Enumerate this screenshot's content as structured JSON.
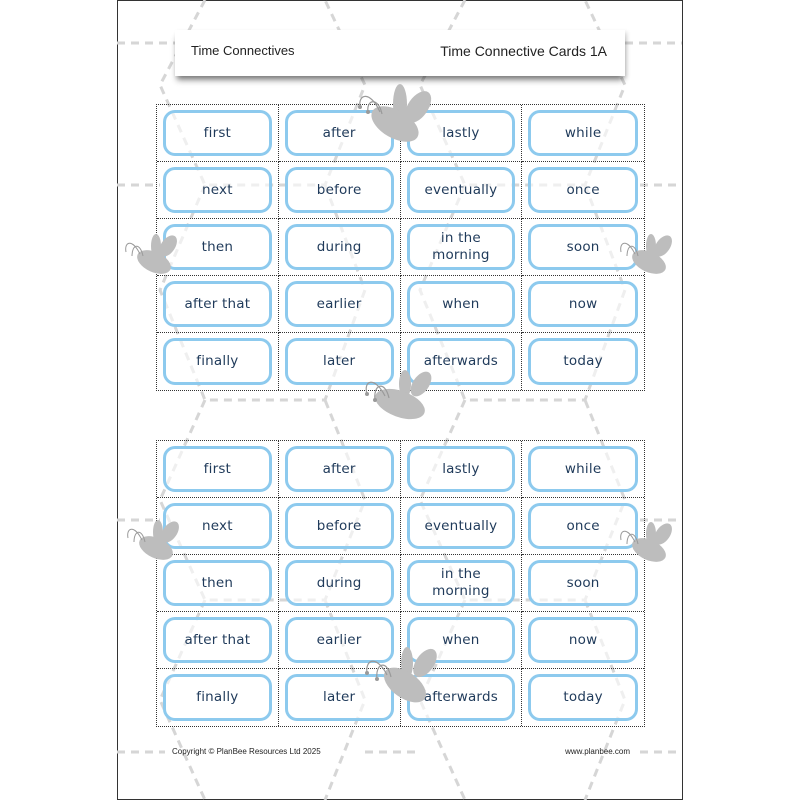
{
  "header": {
    "topic": "Time Connectives",
    "sheet_title": "Time Connective Cards 1A"
  },
  "card_sets": [
    {
      "rows": [
        [
          "first",
          "after",
          "lastly",
          "while"
        ],
        [
          "next",
          "before",
          "eventually",
          "once"
        ],
        [
          "then",
          "during",
          "in the morning",
          "soon"
        ],
        [
          "after that",
          "earlier",
          "when",
          "now"
        ],
        [
          "finally",
          "later",
          "afterwards",
          "today"
        ]
      ]
    },
    {
      "rows": [
        [
          "first",
          "after",
          "lastly",
          "while"
        ],
        [
          "next",
          "before",
          "eventually",
          "once"
        ],
        [
          "then",
          "during",
          "in the morning",
          "soon"
        ],
        [
          "after that",
          "earlier",
          "when",
          "now"
        ],
        [
          "finally",
          "later",
          "afterwards",
          "today"
        ]
      ]
    }
  ],
  "footer": {
    "copyright": "Copyright © PlanBee Resources Ltd 2025",
    "website": "www.planbee.com"
  },
  "colors": {
    "card_border": "#8dcaee",
    "card_text": "#1f3a5a",
    "bee": "#bdbdbd",
    "hex_pattern": "#d6d6d6"
  }
}
